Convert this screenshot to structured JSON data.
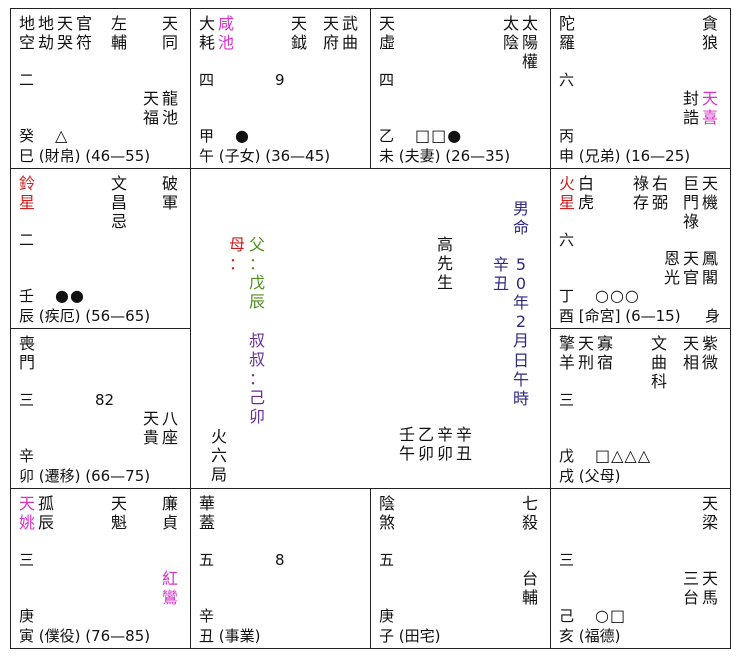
{
  "colors": {
    "black": "#111111",
    "magenta": "#d633c8",
    "red": "#cc1f1f",
    "olive": "#4f8f1e",
    "purple": "#6a2f8e",
    "navy": "#2f2a84"
  },
  "cells": [
    {
      "key": "si",
      "stars": [
        {
          "text": "地空",
          "color": "black",
          "pos": "left"
        },
        {
          "text": "地劫",
          "color": "black",
          "pos": "left"
        },
        {
          "text": "天哭",
          "color": "black",
          "pos": "left"
        },
        {
          "text": "官符",
          "color": "black",
          "pos": "left"
        },
        {
          "text": "左輔",
          "color": "black",
          "pos": "mid"
        },
        {
          "text": "天同",
          "color": "black",
          "pos": "right"
        }
      ],
      "lower_stars": [
        {
          "text": "天福",
          "color": "black"
        },
        {
          "text": "龍池",
          "color": "black"
        }
      ],
      "num": "二",
      "score": "",
      "stem": "癸",
      "marks": "△",
      "branch": "巳",
      "palace": "(財帛)",
      "range": "(46—55)"
    },
    {
      "key": "wu",
      "stars": [
        {
          "text": "大耗",
          "color": "black",
          "pos": "left"
        },
        {
          "text": "咸池",
          "color": "magenta",
          "pos": "left"
        },
        {
          "text": "天鉞",
          "color": "black",
          "pos": "mid"
        },
        {
          "text": "天府",
          "color": "black",
          "pos": "right"
        },
        {
          "text": "武曲",
          "color": "black",
          "pos": "right"
        }
      ],
      "lower_stars": [],
      "num": "四",
      "score": "9",
      "stem": "甲",
      "marks": "●",
      "branch": "午",
      "palace": "(子女)",
      "range": "(36—45)"
    },
    {
      "key": "wei",
      "stars": [
        {
          "text": "天虛",
          "color": "black",
          "pos": "left"
        },
        {
          "text": "太陰",
          "color": "black",
          "pos": "right"
        },
        {
          "text": "太陽權",
          "color": "black",
          "pos": "right"
        }
      ],
      "lower_stars": [],
      "num": "四",
      "score": "",
      "stem": "乙",
      "marks": "□□●",
      "branch": "未",
      "palace": "(夫妻)",
      "range": "(26—35)"
    },
    {
      "key": "shen",
      "stars": [
        {
          "text": "陀羅",
          "color": "black",
          "pos": "left"
        },
        {
          "text": "貪狼",
          "color": "black",
          "pos": "right"
        }
      ],
      "lower_stars": [
        {
          "text": "封誥",
          "color": "black"
        },
        {
          "text": "天喜",
          "color": "magenta"
        }
      ],
      "num": "六",
      "score": "",
      "stem": "丙",
      "marks": "",
      "branch": "申",
      "palace": "(兄弟)",
      "range": "(16—25)"
    },
    {
      "key": "chen",
      "stars": [
        {
          "text": "鈴星",
          "color": "red",
          "pos": "left"
        },
        {
          "text": "文昌忌",
          "color": "black",
          "pos": "mid"
        },
        {
          "text": "破軍",
          "color": "black",
          "pos": "right"
        }
      ],
      "lower_stars": [],
      "num": "二",
      "score": "",
      "stem": "壬",
      "marks": "●●",
      "branch": "辰",
      "palace": "(疾厄)",
      "range": "(56—65)"
    },
    {
      "key": "you",
      "stars": [
        {
          "text": "火星",
          "color": "red",
          "pos": "left"
        },
        {
          "text": "白虎",
          "color": "black",
          "pos": "left"
        },
        {
          "text": "祿存",
          "color": "black",
          "pos": "mid"
        },
        {
          "text": "右弼",
          "color": "black",
          "pos": "mid"
        },
        {
          "text": "巨門祿",
          "color": "black",
          "pos": "right"
        },
        {
          "text": "天機",
          "color": "black",
          "pos": "right"
        }
      ],
      "lower_stars": [
        {
          "text": "恩光",
          "color": "black"
        },
        {
          "text": "天官",
          "color": "black"
        },
        {
          "text": "鳳閣",
          "color": "black"
        }
      ],
      "num": "六",
      "score": "",
      "stem": "丁",
      "marks": "○○○",
      "branch": "酉",
      "palace": "[命宮]",
      "range": "(6—15)",
      "extra": "身"
    },
    {
      "key": "mao",
      "stars": [
        {
          "text": "喪門",
          "color": "black",
          "pos": "left"
        }
      ],
      "lower_stars": [
        {
          "text": "天貴",
          "color": "black"
        },
        {
          "text": "八座",
          "color": "black"
        }
      ],
      "num": "三",
      "score": "82",
      "stem": "辛",
      "marks": "",
      "branch": "卯",
      "palace": "(遷移)",
      "range": "(66—75)"
    },
    {
      "key": "xu",
      "stars": [
        {
          "text": "擎羊",
          "color": "black",
          "pos": "left"
        },
        {
          "text": "天刑",
          "color": "black",
          "pos": "left"
        },
        {
          "text": "寡宿",
          "color": "black",
          "pos": "left"
        },
        {
          "text": "文曲科",
          "color": "black",
          "pos": "mid"
        },
        {
          "text": "天相",
          "color": "black",
          "pos": "right"
        },
        {
          "text": "紫微",
          "color": "black",
          "pos": "right"
        }
      ],
      "lower_stars": [],
      "num": "三",
      "score": "",
      "stem": "戊",
      "marks": "□△△△",
      "branch": "戌",
      "palace": "(父母)",
      "range": ""
    },
    {
      "key": "yin",
      "stars": [
        {
          "text": "天姚",
          "color": "magenta",
          "pos": "left"
        },
        {
          "text": "孤辰",
          "color": "black",
          "pos": "left"
        },
        {
          "text": "天魁",
          "color": "black",
          "pos": "mid"
        },
        {
          "text": "廉貞",
          "color": "black",
          "pos": "right"
        }
      ],
      "lower_stars": [
        {
          "text": "紅鸞",
          "color": "magenta"
        }
      ],
      "num": "三",
      "score": "",
      "stem": "庚",
      "marks": "",
      "branch": "寅",
      "palace": "(僕役)",
      "range": "(76—85)"
    },
    {
      "key": "chou",
      "stars": [
        {
          "text": "華蓋",
          "color": "black",
          "pos": "left"
        }
      ],
      "lower_stars": [],
      "num": "五",
      "score": "8",
      "stem": "辛",
      "marks": "",
      "branch": "丑",
      "palace": "(事業)",
      "range": ""
    },
    {
      "key": "zi",
      "stars": [
        {
          "text": "陰煞",
          "color": "black",
          "pos": "left"
        },
        {
          "text": "七殺",
          "color": "black",
          "pos": "right"
        }
      ],
      "lower_stars": [
        {
          "text": "台輔",
          "color": "black"
        }
      ],
      "num": "五",
      "score": "",
      "stem": "庚",
      "marks": "",
      "branch": "子",
      "palace": "(田宅)",
      "range": ""
    },
    {
      "key": "hai",
      "stars": [
        {
          "text": "天梁",
          "color": "black",
          "pos": "right"
        }
      ],
      "lower_stars": [
        {
          "text": "三台",
          "color": "black"
        },
        {
          "text": "天馬",
          "color": "black"
        }
      ],
      "num": "三",
      "score": "",
      "stem": "己",
      "marks": "○□",
      "branch": "亥",
      "palace": "(福德)",
      "range": ""
    }
  ],
  "center": {
    "mother": "母：",
    "father": "父：戊辰",
    "uncle": "叔叔：己卯",
    "name": "高先生",
    "gender": "男命",
    "birth_year_gz": "辛丑",
    "birth_date": "50年2月",
    "birth_hour": "日午時",
    "ju": "火六局",
    "pillar1": "壬午",
    "pillar2": "乙卯",
    "pillar3": "辛卯",
    "pillar4": "辛丑"
  }
}
